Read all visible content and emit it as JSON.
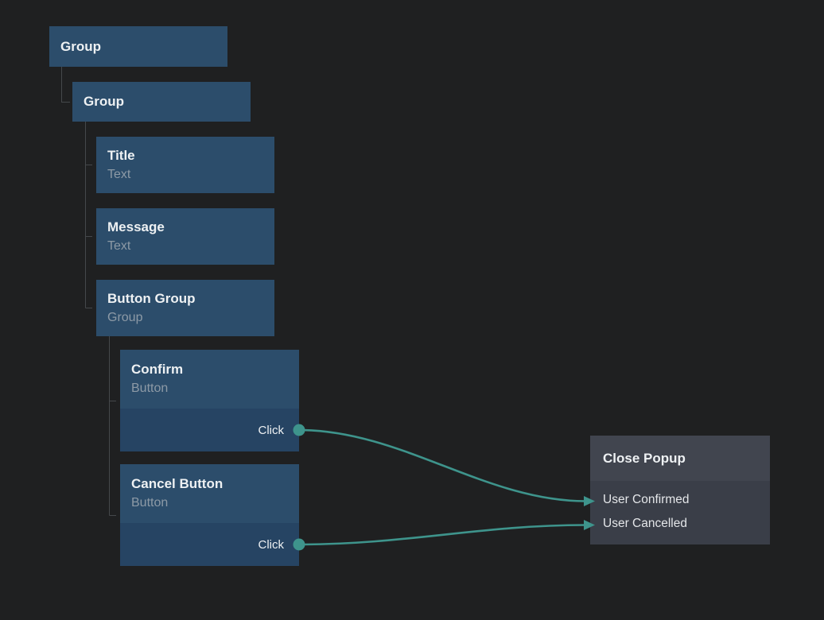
{
  "canvas": {
    "background": "#1f2021"
  },
  "palette": {
    "node_fill": "#2c4d6b",
    "node_event_row_fill": "#264463",
    "action_header_fill": "#41454f",
    "action_body_fill": "#3a3e48",
    "wire_color": "#3e948c",
    "tree_line_color": "#45484b",
    "title_color": "#eef1f3",
    "subtitle_color": "#8d9aa6"
  },
  "tree_nodes": [
    {
      "title": "Group"
    },
    {
      "title": "Group"
    },
    {
      "title": "Title",
      "subtitle": "Text"
    },
    {
      "title": "Message",
      "subtitle": "Text"
    },
    {
      "title": "Button Group",
      "subtitle": "Group"
    },
    {
      "title": "Confirm",
      "subtitle": "Button",
      "event_label": "Click"
    },
    {
      "title": "Cancel Button",
      "subtitle": "Button",
      "event_label": "Click"
    }
  ],
  "action_node": {
    "title": "Close Popup",
    "inputs": [
      {
        "label": "User Confirmed"
      },
      {
        "label": "User Cancelled"
      }
    ]
  },
  "connections": [
    {
      "from": "Confirm / Click",
      "to": "User Confirmed"
    },
    {
      "from": "Cancel Button / Click",
      "to": "User Cancelled"
    }
  ]
}
